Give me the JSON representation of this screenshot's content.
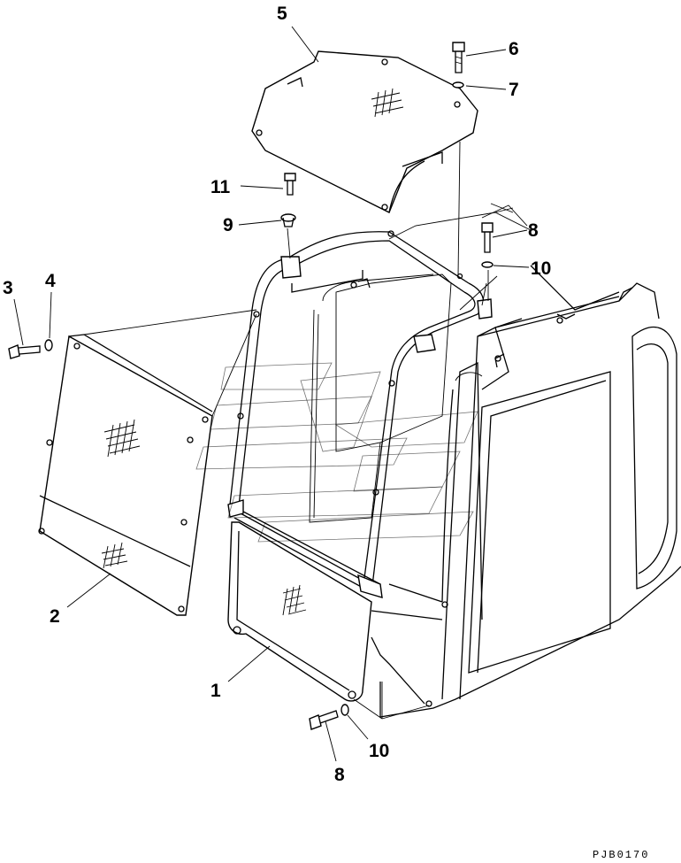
{
  "diagram": {
    "drawing_code": "PJB0170",
    "callouts": [
      {
        "id": "1",
        "label": "1"
      },
      {
        "id": "2",
        "label": "2"
      },
      {
        "id": "3",
        "label": "3"
      },
      {
        "id": "4",
        "label": "4"
      },
      {
        "id": "5",
        "label": "5"
      },
      {
        "id": "6",
        "label": "6"
      },
      {
        "id": "7",
        "label": "7"
      },
      {
        "id": "8a",
        "label": "8"
      },
      {
        "id": "8b",
        "label": "8"
      },
      {
        "id": "9",
        "label": "9"
      },
      {
        "id": "10a",
        "label": "10"
      },
      {
        "id": "10b",
        "label": "10"
      },
      {
        "id": "11",
        "label": "11"
      }
    ]
  }
}
